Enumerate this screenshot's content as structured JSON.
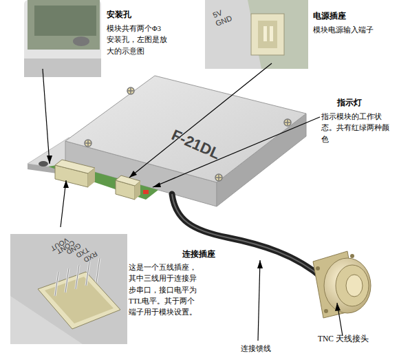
{
  "diagram": {
    "labels": [
      "安装孔",
      "模块共有两个Φ3 安装孔，左图是放大的示意图",
      "5V",
      "GND",
      "电源插座",
      "模块电源输入端子",
      "指示灯",
      "指示模块的工作状态。共有红绿两种颜色",
      "F-21DL",
      "RXD",
      "TXD",
      "GND",
      "CONT",
      "VOUT",
      "连接插座",
      "这是一个五线插座，其中三线用于连接异步串口，接口电平为TTL电平。其于两个端子用于模块设置。",
      "连接馈线",
      "TNC 天线接头"
    ]
  }
}
